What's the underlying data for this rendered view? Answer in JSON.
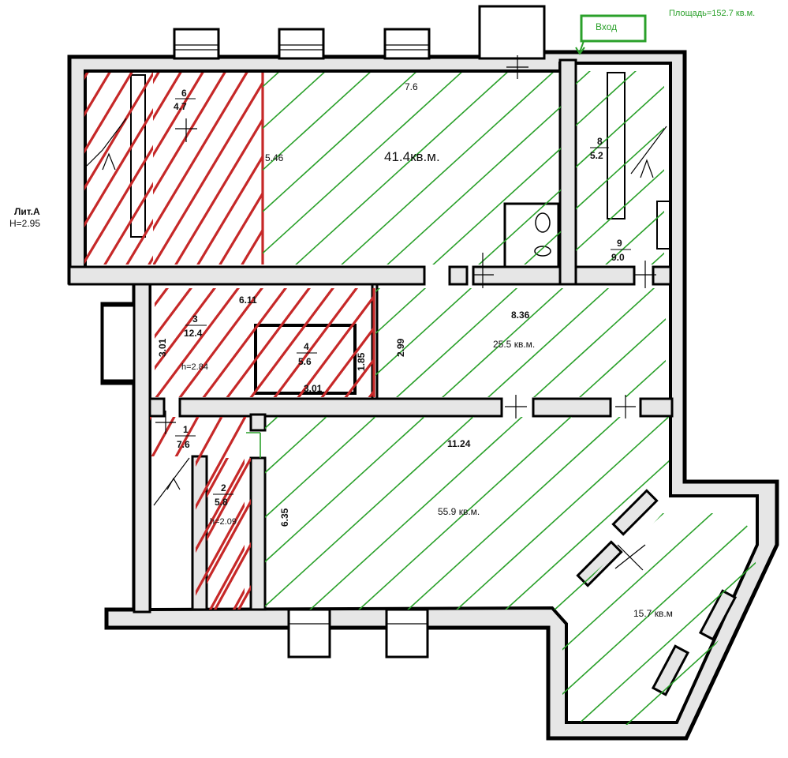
{
  "header": {
    "entrance_label": "Вход",
    "total_area": "Площадь=152.7 кв.м.",
    "colors": {
      "leased_green": "#2aa02a",
      "excluded_red": "#c62828"
    }
  },
  "legend": {
    "lit": "Лит.А",
    "height": "Н=2.95"
  },
  "rooms": [
    {
      "id": "6",
      "area": "4.7"
    },
    {
      "id": "8",
      "area": "5.2"
    },
    {
      "id": "9",
      "area": "9.0"
    },
    {
      "id": "3",
      "area": "12.4",
      "height": "h=2.84"
    },
    {
      "id": "4",
      "area": "5.6"
    },
    {
      "id": "1",
      "area": "7.6"
    },
    {
      "id": "2",
      "area": "5.8",
      "height": "h=2.09"
    }
  ],
  "zones": {
    "top_area": "41.4кв.м.",
    "middle_area": "25.5 кв.м.",
    "bottom_area": "55.9 кв.м.",
    "corner_area": "15.7 кв.м"
  },
  "dimensions": {
    "top_width": "7.6",
    "top_height": "5.46",
    "mid_width_left": "6.11",
    "mid_width_right": "8.36",
    "mid_height_left": "3.01",
    "mid_height_right": "2.99",
    "room4_width": "3.01",
    "room4_height": "1.85",
    "bottom_width": "11.24",
    "bottom_height": "6.35"
  }
}
